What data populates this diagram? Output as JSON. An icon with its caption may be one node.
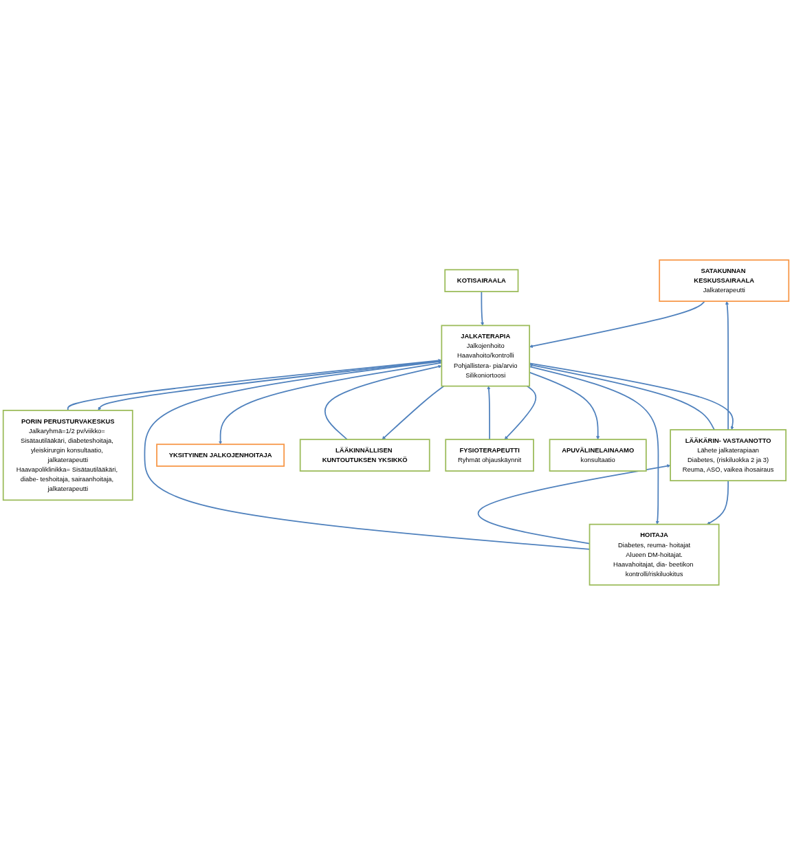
{
  "diagram": {
    "nodes": [
      {
        "text": [
          "SATAKUNNAN KESKUSSAIRAALA",
          "Jalkaterapeutti"
        ]
      },
      {
        "text": [
          "PORIN PERUSTURVAKESKUS",
          "Jalkaryhmä=1/2 pv/viikko= Sisätautilääkäri, diabeteshoitaja, yleiskirurgin konsultaatio, jalkaterapeutti",
          "Haavapoliklinikka= Sisätautilääkäri, diabe- teshoitaja, sairaanhoitaja, jalkaterapeutti"
        ]
      },
      {
        "text": [
          "LÄÄKÄRIN- VASTAANOTTO",
          "Lähete jalkaterapiaan",
          "Diabetes, (riskiluokka 2 ja 3)",
          "Reuma, ASO, vaikea ihosairaus"
        ]
      },
      {
        "text": [
          "YKSITYINEN JALKOJENHOITAJA"
        ]
      },
      {
        "text": [
          "JALKATERAPIA",
          "Jalkojenhoito",
          "Haavahoito/kontrolli",
          "Pohjallistera- pia/arvio",
          "Silikoniortoosi"
        ]
      },
      {
        "text": [
          "LÄÄKINNÄLLISEN KUNTOUTUKSEN YKSIKKÖ"
        ]
      },
      {
        "text": [
          "HOITAJA",
          "Diabetes, reuma- hoitajat",
          "Alueen DM-hoitajat.",
          "Haavahoitajat, dia- beetikon kontrolli/riskiluokitus"
        ]
      },
      {
        "text": [
          "FYSIOTERAPEUTTI",
          "Ryhmät ohjauskäynnit"
        ]
      },
      {
        "text": [
          "APUVÄLINELAINAAMO",
          "konsultaatio"
        ]
      },
      {
        "text": [
          "KOTISAIRAALA"
        ]
      }
    ],
    "edges": [
      {
        "from": 2,
        "to": 0,
        "arrow": "to"
      },
      {
        "from": 0,
        "to": 4,
        "arrow": "to"
      },
      {
        "from": 4,
        "to": 1,
        "arrow": "to"
      },
      {
        "from": 1,
        "to": 4,
        "arrow": "to"
      },
      {
        "from": 4,
        "to": 3,
        "arrow": "to"
      },
      {
        "from": 2,
        "to": 4,
        "arrow": "to"
      },
      {
        "from": 4,
        "to": 2,
        "arrow": "to"
      },
      {
        "from": 2,
        "to": 6,
        "arrow": "to"
      },
      {
        "from": 6,
        "to": 2,
        "arrow": "to"
      },
      {
        "from": 6,
        "to": 4,
        "arrow": "to"
      },
      {
        "from": 4,
        "to": 6,
        "arrow": "to"
      },
      {
        "from": 4,
        "to": 5,
        "arrow": "to"
      },
      {
        "from": 5,
        "to": 4,
        "arrow": "to"
      },
      {
        "from": 7,
        "to": 4,
        "arrow": "to"
      },
      {
        "from": 4,
        "to": 7,
        "arrow": "to"
      },
      {
        "from": 4,
        "to": 8,
        "arrow": "to"
      },
      {
        "from": 9,
        "to": 4,
        "arrow": "to"
      }
    ]
  }
}
